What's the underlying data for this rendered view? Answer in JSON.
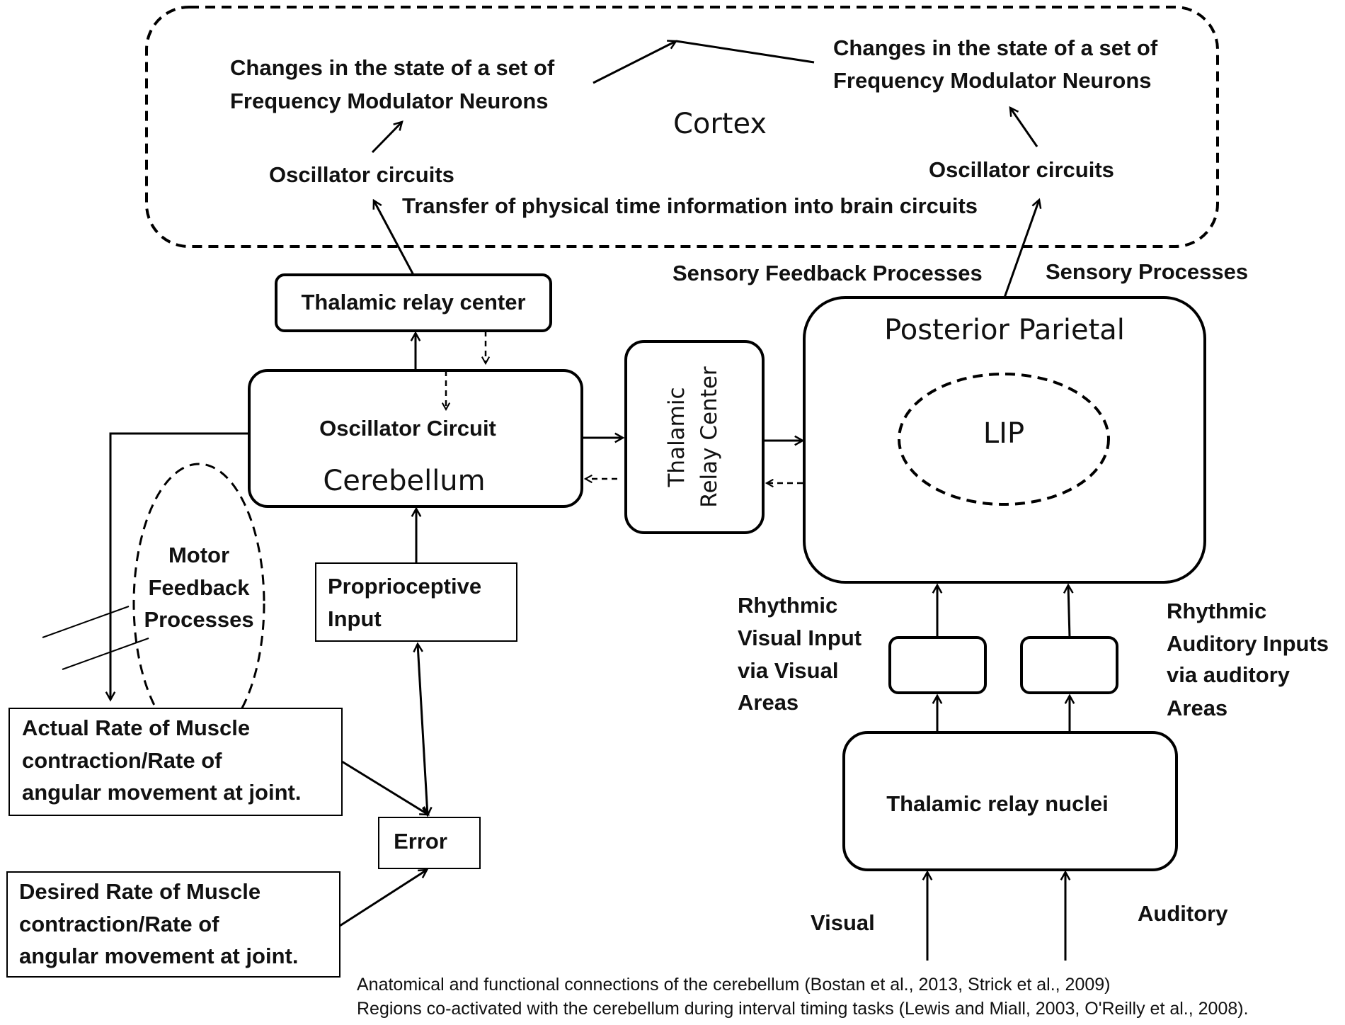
{
  "cortex": {
    "title": "Cortex",
    "fm_left": [
      "Changes in the state of a set of",
      "Frequency Modulator Neurons"
    ],
    "fm_right": [
      "Changes in the state of a set of",
      "Frequency Modulator Neurons"
    ],
    "osc_left": "Oscillator circuits",
    "osc_right": "Oscillator circuits",
    "transfer": "Transfer of physical time information into brain circuits"
  },
  "labels": {
    "sensory_feedback": "Sensory Feedback Processes",
    "sensory_processes": "Sensory Processes",
    "thalamic_relay_center_top": "Thalamic relay center",
    "oscillator_circuit": "Oscillator Circuit",
    "cerebellum": "Cerebellum",
    "thalamic_relay_center_mid": [
      "Thalamic",
      "Relay Center"
    ],
    "posterior_parietal": "Posterior Parietal",
    "lip": "LIP",
    "motor_feedback": [
      "Motor",
      "Feedback",
      "Processes"
    ],
    "proprioceptive": [
      "Proprioceptive",
      "Input"
    ],
    "rhythmic_visual": [
      "Rhythmic",
      "Visual Input",
      "via Visual",
      "Areas"
    ],
    "rhythmic_auditory": [
      "Rhythmic",
      "Auditory Inputs",
      "via auditory",
      "Areas"
    ],
    "actual_rate": [
      "Actual Rate of Muscle",
      "contraction/Rate of",
      "angular movement at joint."
    ],
    "error": "Error",
    "desired_rate": [
      "Desired Rate of Muscle",
      "contraction/Rate of",
      "angular movement at joint."
    ],
    "thalamic_relay_nuclei": "Thalamic relay nuclei",
    "visual": "Visual",
    "auditory": "Auditory"
  },
  "legend": {
    "solid": "Anatomical and functional connections of the cerebellum (Bostan et al., 2013,  Strick et al., 2009)",
    "dashed": "Regions co-activated with the cerebellum during interval timing tasks (Lewis and Miall, 2003, O'Reilly et al., 2008)."
  }
}
